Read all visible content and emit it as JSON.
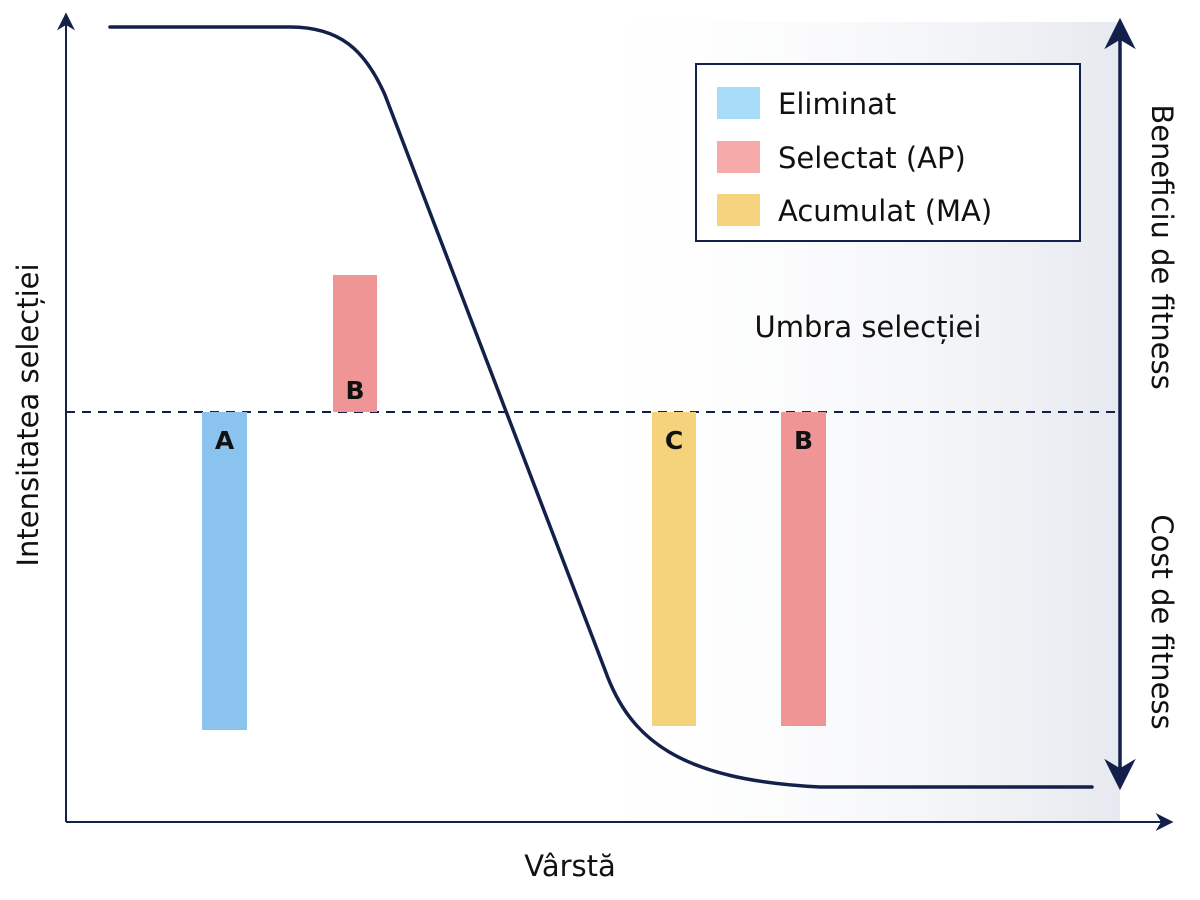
{
  "diagram": {
    "x_axis_title": "Vârstă",
    "y_axis_title": "Intensitatea selecției",
    "right_axis_top": "Beneficiu de fitness",
    "right_axis_bottom": "Cost de fitness",
    "shadow_region_label": "Umbra selecției",
    "legend": [
      {
        "label": "Eliminat",
        "color": "#a6dcf7"
      },
      {
        "label": "Selectat (AP)",
        "color": "#f7aaaa"
      },
      {
        "label": "Acumulat (MA)",
        "color": "#f6d47f"
      }
    ],
    "bars": [
      {
        "label": "A",
        "category": "Eliminat",
        "color": "#89c3ee",
        "direction": "cost"
      },
      {
        "label": "B",
        "category": "Selectat (AP)",
        "color": "#ef9595",
        "direction": "benefit"
      },
      {
        "label": "C",
        "category": "Acumulat (MA)",
        "color": "#f5d37d",
        "direction": "cost"
      },
      {
        "label": "B",
        "category": "Selectat (AP)",
        "color": "#ef9595",
        "direction": "cost"
      }
    ],
    "colors": {
      "curve": "#13204a",
      "axis": "#13204a",
      "threshold_line": "#13204a",
      "shadow_gradient_end": "#e6e9ef"
    }
  }
}
